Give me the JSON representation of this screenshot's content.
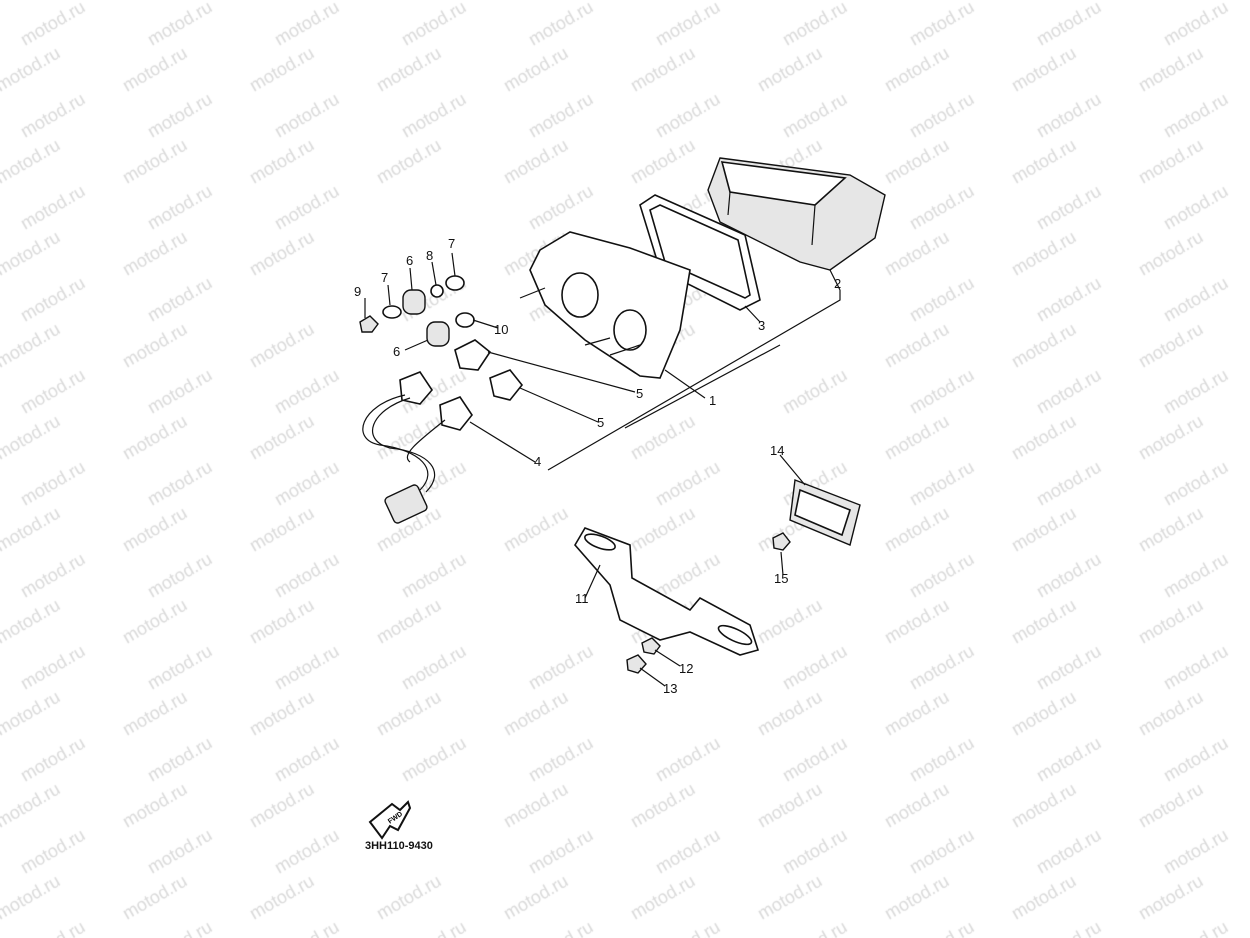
{
  "watermark": "motod.ru",
  "diagram_code": "3HH110-9430",
  "fwd_label": "FWD",
  "callouts": {
    "c1": "1",
    "c2": "2",
    "c3": "3",
    "c4": "4",
    "c5a": "5",
    "c5b": "5",
    "c6a": "6",
    "c6b": "6",
    "c7a": "7",
    "c7b": "7",
    "c8": "8",
    "c9": "9",
    "c10": "10",
    "c11": "11",
    "c12": "12",
    "c13": "13",
    "c14": "14",
    "c15": "15"
  }
}
